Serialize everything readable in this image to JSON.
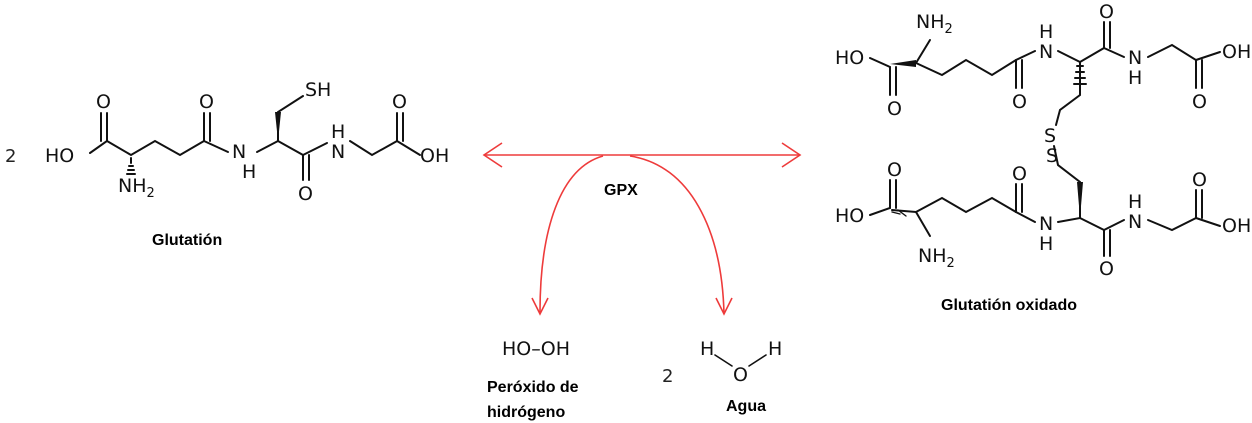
{
  "reactants": {
    "glutathione": {
      "coefficient": "2",
      "caption": "Glutatión",
      "atoms": {
        "ho": "HO",
        "o1": "O",
        "o2": "O",
        "o3": "O",
        "o4": "O",
        "nh": "N",
        "nh_h": "H",
        "nh2": "H",
        "sh": "SH",
        "oh": "OH",
        "nh2_n": "NH",
        "nh2_sub": "2"
      }
    },
    "peroxide": {
      "formula": "HO–OH",
      "caption_line1": "Peróxido de",
      "caption_line2": "hidrógeno"
    }
  },
  "enzyme": {
    "label": "GPX"
  },
  "products": {
    "oxidized": {
      "caption": "Glutatión oxidado",
      "atoms": {
        "ho": "HO",
        "o": "O",
        "n": "N",
        "h": "H",
        "s": "S",
        "oh": "OH",
        "nh2_n": "NH",
        "nh2_sub": "2"
      }
    },
    "water": {
      "coefficient": "2",
      "caption": "Agua",
      "h": "H",
      "o": "O"
    }
  },
  "colors": {
    "arrow": "#ee3b3b",
    "structure": "#111111"
  }
}
